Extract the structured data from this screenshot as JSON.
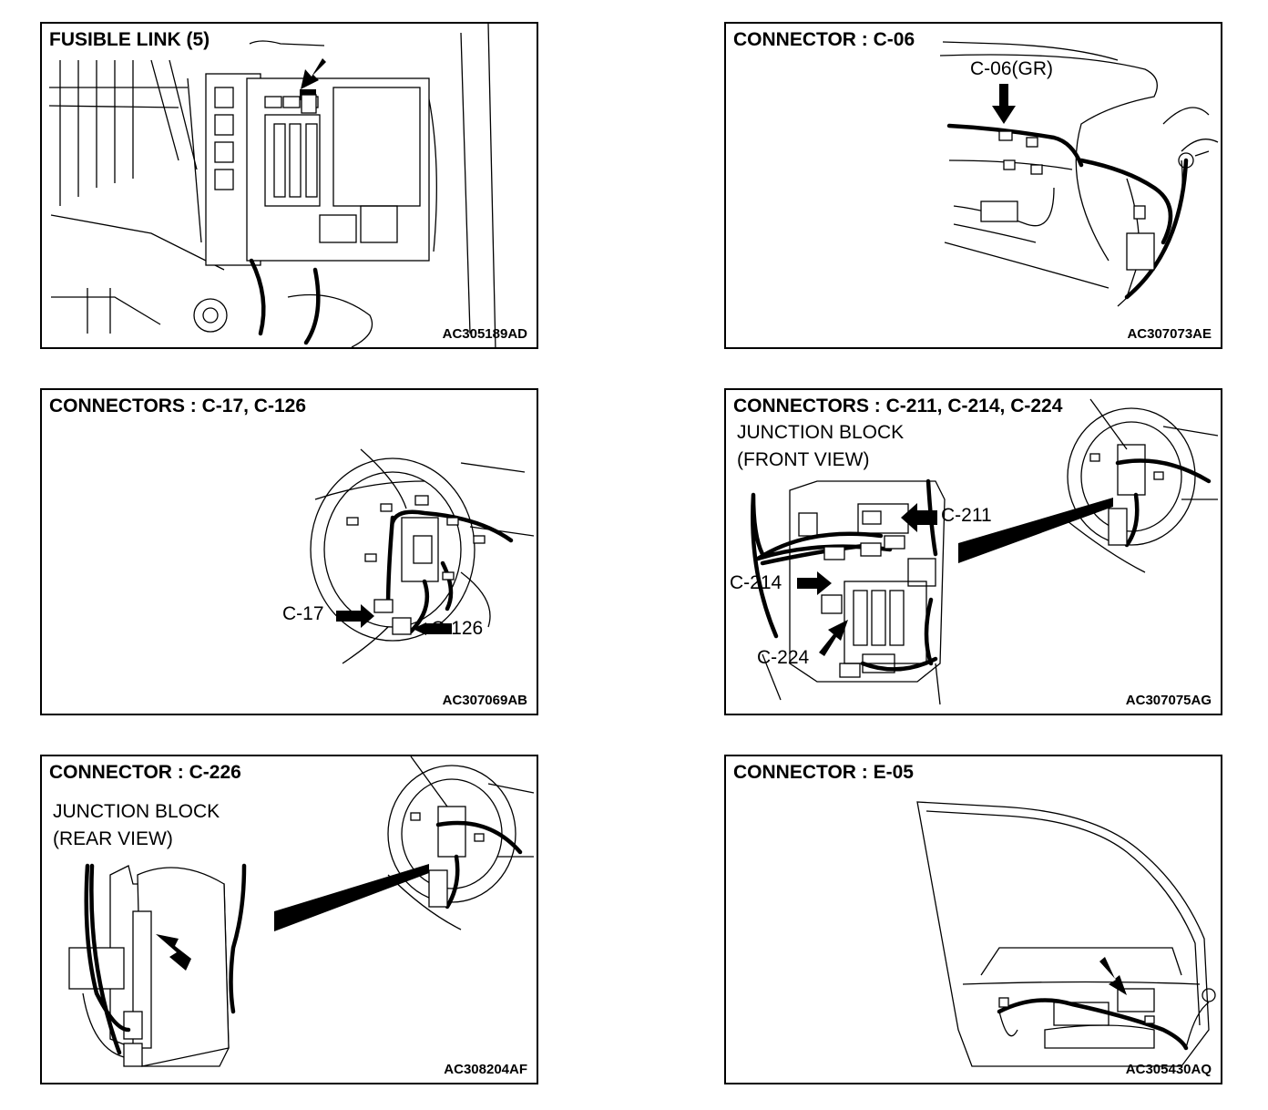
{
  "panels": [
    {
      "title": "FUSIBLE LINK (5)",
      "code": "AC305189AD"
    },
    {
      "title": "CONNECTOR : C-06",
      "code": "AC307073AE",
      "labels": [
        "C-06(GR)"
      ]
    },
    {
      "title": "CONNECTORS : C-17, C-126",
      "code": "AC307069AB",
      "labels": [
        "C-17",
        "C-126"
      ]
    },
    {
      "title": "CONNECTORS : C-211, C-214, C-224",
      "code": "AC307075AG",
      "subtitle": [
        "JUNCTION BLOCK",
        "(FRONT VIEW)"
      ],
      "labels": [
        "C-211",
        "C-214",
        "C-224"
      ]
    },
    {
      "title": "CONNECTOR : C-226",
      "code": "AC308204AF",
      "subtitle": [
        "JUNCTION BLOCK",
        "(REAR VIEW)"
      ]
    },
    {
      "title": "CONNECTOR : E-05",
      "code": "AC305430AQ"
    }
  ]
}
